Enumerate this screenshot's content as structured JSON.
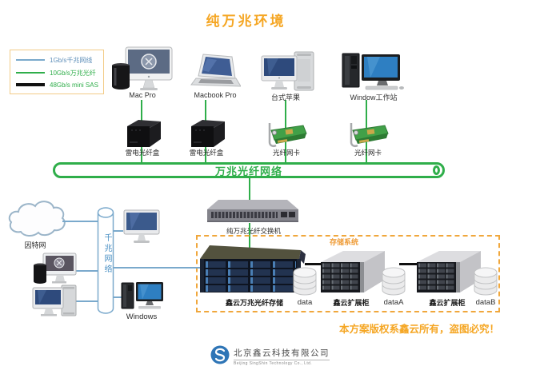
{
  "title": "纯万兆环境",
  "legend": {
    "items": [
      {
        "label": "1Gb/s千兆网线",
        "color": "#7aa9cc",
        "text_color": "#6090ba",
        "thickness": 2
      },
      {
        "label": "10Gb/s万兆光纤",
        "color": "#2fae4a",
        "text_color": "#2fae4a",
        "thickness": 2
      },
      {
        "label": "48Gb/s mini SAS",
        "color": "#111111",
        "text_color": "#2fae4a",
        "thickness": 4
      }
    ]
  },
  "top_devices": [
    {
      "label": "Mac Pro"
    },
    {
      "label": "Macbook Pro"
    },
    {
      "label": "台式苹果"
    },
    {
      "label": "Window工作站"
    }
  ],
  "adapters": [
    {
      "label": "雷电光纤盒"
    },
    {
      "label": "雷电光纤盒"
    },
    {
      "label": "光纤网卡"
    },
    {
      "label": "光纤网卡"
    }
  ],
  "backbone_label": "万兆光纤网络",
  "switch_label": "纯万兆光纤交换机",
  "storage": {
    "section_label": "存储系统",
    "server_label": "鑫云万兆光纤存储",
    "server_volume": "data",
    "cabinet1_label": "鑫云扩展柜",
    "cabinet1_volume": "dataA",
    "cabinet2_label": "鑫云扩展柜",
    "cabinet2_volume": "dataB"
  },
  "lan": {
    "internet_label": "因特网",
    "pipe_label": "千兆网络",
    "windows_label": "Windows"
  },
  "copyright": "本方案版权系鑫云所有，盗图必究！",
  "footer": {
    "company_cn": "北京鑫云科技有限公司",
    "company_en": "Beijing SingShin Technology Co., Ltd."
  },
  "colors": {
    "accent_orange": "#f5a623",
    "fiber_green": "#2fae4a",
    "ethernet_blue": "#7aa9cc",
    "sas_black": "#111111",
    "storage_border_orange": "#f0a73c",
    "pipe_text_blue": "#4a90c4",
    "logo_blue": "#2e75b6"
  },
  "icons": {
    "internet-cloud-icon": "cloud outline shape",
    "gigabit-pipe-icon": "vertical cylinder",
    "backbone-pipe-icon": "horizontal capsule with end cap",
    "company-logo-icon": "blue circle with white S swirl"
  }
}
